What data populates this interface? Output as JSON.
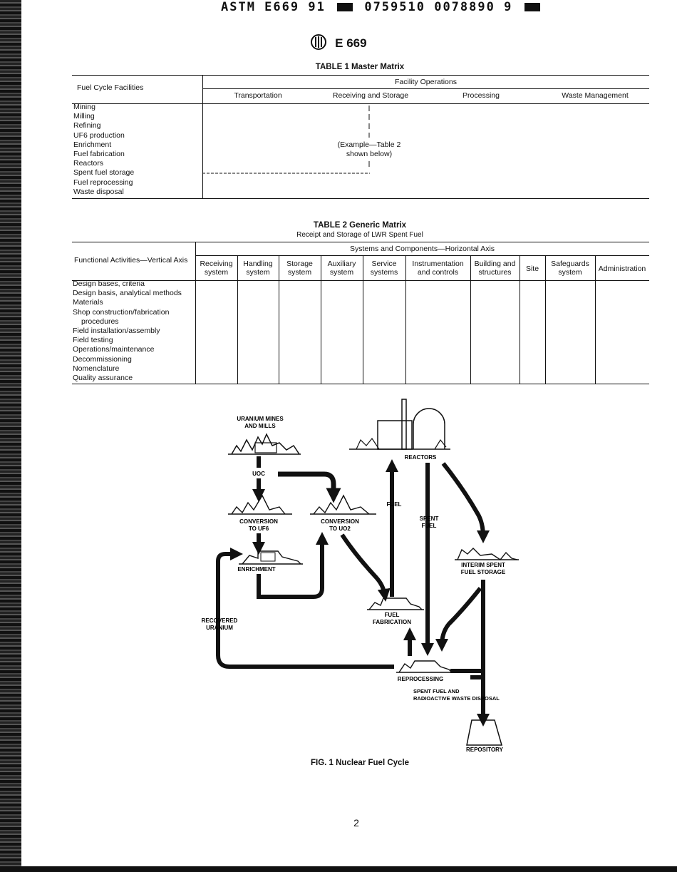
{
  "header": {
    "code_part1": "ASTM E669 91",
    "code_part2": "0759510 0078890 9"
  },
  "doc": {
    "logo": "astm-logo",
    "designation": "E 669",
    "page_number": "2"
  },
  "table1": {
    "caption": "TABLE 1 Master Matrix",
    "row_header": "Fuel Cycle Facilities",
    "group_header": "Facility Operations",
    "columns": [
      "Transportation",
      "Receiving and Storage",
      "Processing",
      "Waste Management"
    ],
    "rows": [
      "Mining",
      "Milling",
      "Refining",
      "UF6 production",
      "Enrichment",
      "Fuel fabrication",
      "Reactors",
      "Spent fuel storage",
      "Fuel reprocessing",
      "Waste disposal"
    ],
    "example_note_line1": "(Example—Table 2",
    "example_note_line2": "shown below)"
  },
  "table2": {
    "caption": "TABLE 2 Generic Matrix",
    "subcaption": "Receipt and Storage of LWR Spent Fuel",
    "row_header": "Functional Activities—Vertical Axis",
    "group_header": "Systems and Components—Horizontal Axis",
    "columns": [
      [
        "Receiving",
        "system"
      ],
      [
        "Handling",
        "system"
      ],
      [
        "Storage",
        "system"
      ],
      [
        "Auxiliary",
        "system"
      ],
      [
        "Service",
        "systems"
      ],
      [
        "Instrumentation",
        "and controls"
      ],
      [
        "Building and",
        "structures"
      ],
      [
        "Site",
        ""
      ],
      [
        "Safeguards",
        "system"
      ],
      [
        "Administration",
        ""
      ]
    ],
    "rows": [
      "Design bases, criteria",
      "Design basis, analytical methods",
      "Materials",
      "Shop construction/fabrication",
      "procedures",
      "Field installation/assembly",
      "Field testing",
      "Operations/maintenance",
      "Decommissioning",
      "Nomenclature",
      "Quality assurance"
    ]
  },
  "figure": {
    "caption": "FIG. 1 Nuclear Fuel Cycle",
    "labels": {
      "mines_1": "URANIUM MINES",
      "mines_2": "AND MILLS",
      "uoc": "UOC",
      "conv_uf6_1": "CONVERSION",
      "conv_uf6_2": "TO UF6",
      "conv_uo2_1": "CONVERSION",
      "conv_uo2_2": "TO UO2",
      "enrichment": "ENRICHMENT",
      "reactors": "REACTORS",
      "fuel": "FUEL",
      "spent_1": "SPENT",
      "spent_2": "FUEL",
      "interim_1": "INTERIM SPENT",
      "interim_2": "FUEL STORAGE",
      "fab_1": "FUEL",
      "fab_2": "FABRICATION",
      "recovered_1": "RECOVERED",
      "recovered_2": "URANIUM",
      "reprocessing": "REPROCESSING",
      "disposal_1": "SPENT FUEL AND",
      "disposal_2": "RADIOACTIVE WASTE DISPOSAL",
      "repository": "REPOSITORY"
    }
  }
}
